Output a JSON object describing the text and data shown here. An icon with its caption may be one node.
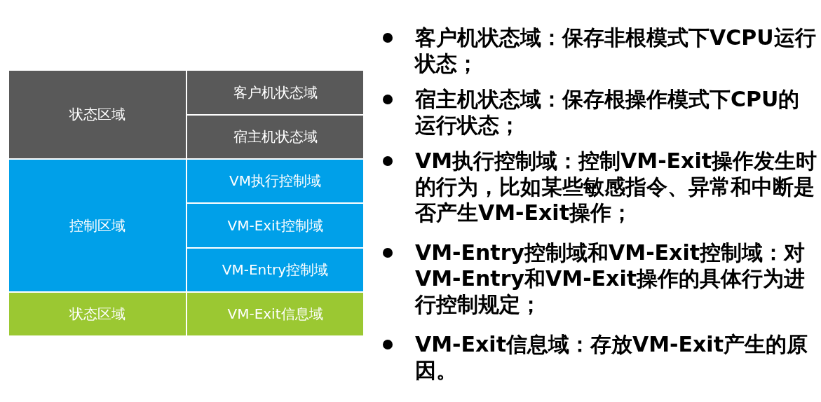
{
  "diagram": {
    "nodes": [
      {
        "text": [
          "状态区域"
        ]
      },
      {
        "text": [
          "客户机状态域"
        ]
      },
      {
        "text": [
          "宿主机状态域"
        ]
      },
      {
        "text": [
          "控制区域"
        ]
      },
      {
        "text": [
          "VM执行控制域"
        ]
      },
      {
        "text": [
          "VM-Exit控制域"
        ]
      },
      {
        "text": [
          "VM-Entry控制域"
        ]
      },
      {
        "text": [
          "状态区域"
        ]
      },
      {
        "text": [
          "VM-Exit信息域"
        ]
      }
    ],
    "labels": [
      "客户机状态域：保存非根模式下VCPU运行状态；",
      "宿主机状态域：保存根操作模式下CPU的运行状态；",
      "VM执行控制域：控制VM-Exit操作发生时的行为，比如某些敏感指令、异常和中断是否产生VM-Exit操作；",
      "VM-Entry控制域和VM-Exit控制域：对VM-Entry和VM-Exit操作的具体行为进行控制规定；",
      "VM-Exit信息域：存放VM-Exit产生的原因。"
    ]
  }
}
